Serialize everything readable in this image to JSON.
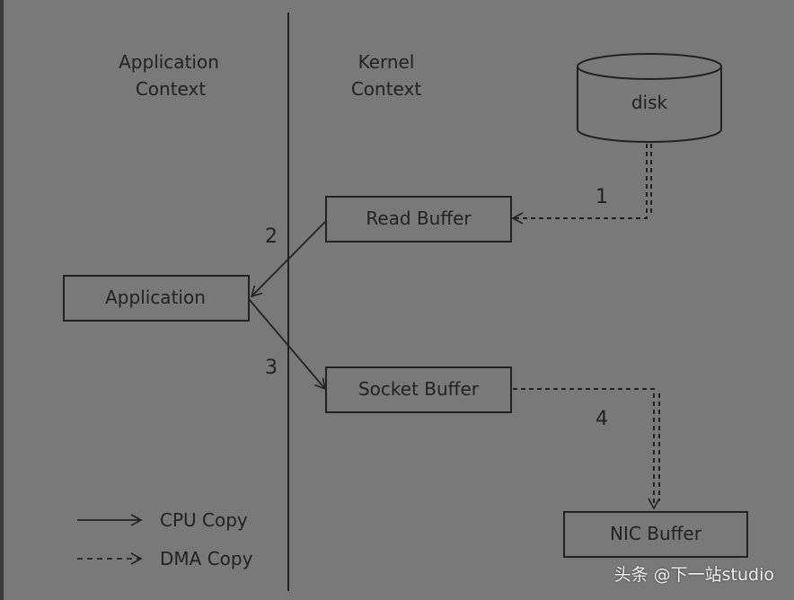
{
  "headers": {
    "application_context": [
      "Application",
      "Context"
    ],
    "kernel_context": [
      "Kernel",
      "Context"
    ]
  },
  "boxes": {
    "disk": "disk",
    "read_buffer": "Read Buffer",
    "application": "Application",
    "socket_buffer": "Socket Buffer",
    "nic_buffer": "NIC Buffer"
  },
  "steps": {
    "s1": "1",
    "s2": "2",
    "s3": "3",
    "s4": "4"
  },
  "legend": {
    "cpu": "CPU  Copy",
    "dma": "DMA Copy"
  },
  "watermark": "头条 @下一站studio",
  "colors": {
    "background": "#797979",
    "stroke": "#222222"
  }
}
